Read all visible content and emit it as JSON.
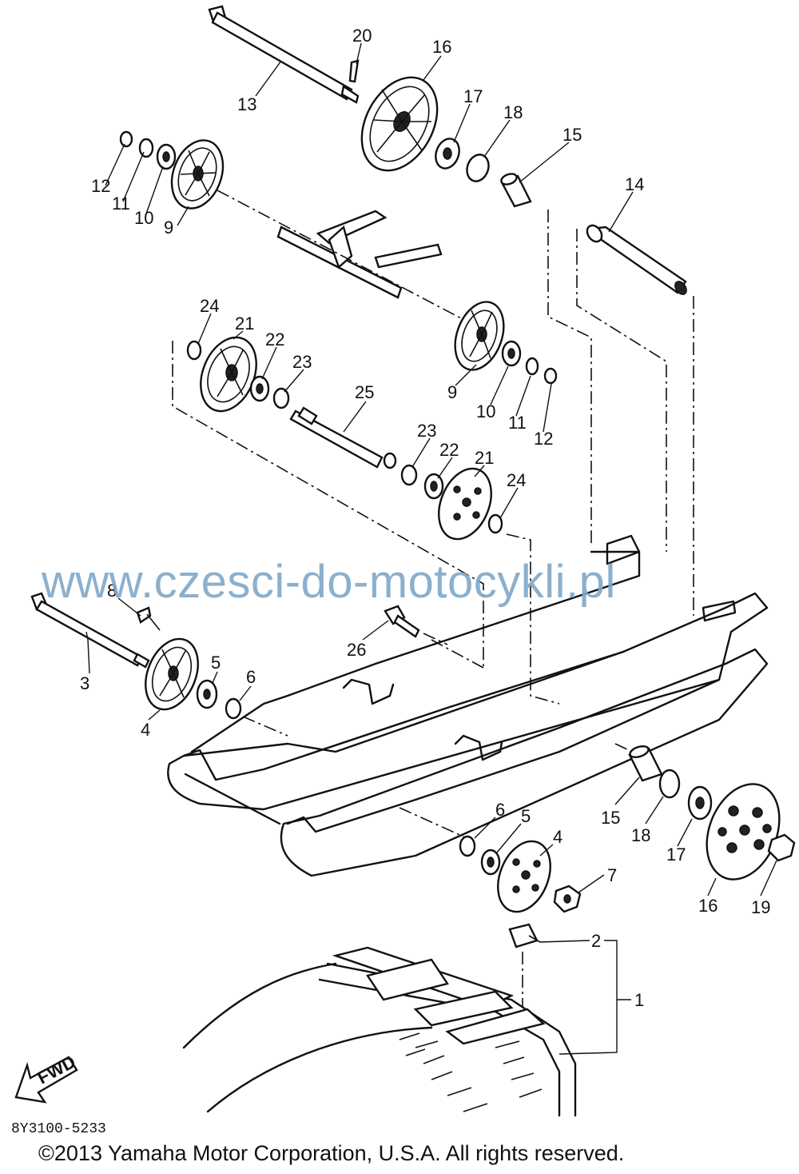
{
  "watermark": "www.czesci-do-motocykli.pl",
  "diagram_code": "8Y3100-5233",
  "copyright": "©2013 Yamaha Motor Corporation, U.S.A. All rights reserved.",
  "fwd_label": "FWD",
  "callouts": {
    "c1": "1",
    "c2": "2",
    "c3": "3",
    "c4a": "4",
    "c4b": "4",
    "c5a": "5",
    "c5b": "5",
    "c6a": "6",
    "c6b": "6",
    "c7": "7",
    "c8": "8",
    "c9a": "9",
    "c9b": "9",
    "c10a": "10",
    "c10b": "10",
    "c11a": "11",
    "c11b": "11",
    "c12a": "12",
    "c12b": "12",
    "c13": "13",
    "c14": "14",
    "c15a": "15",
    "c15b": "15",
    "c16a": "16",
    "c16b": "16",
    "c17a": "17",
    "c17b": "17",
    "c18a": "18",
    "c18b": "18",
    "c19": "19",
    "c20": "20",
    "c21a": "21",
    "c21b": "21",
    "c22a": "22",
    "c22b": "22",
    "c23a": "23",
    "c23b": "23",
    "c24a": "24",
    "c24b": "24",
    "c25": "25",
    "c26": "26"
  }
}
